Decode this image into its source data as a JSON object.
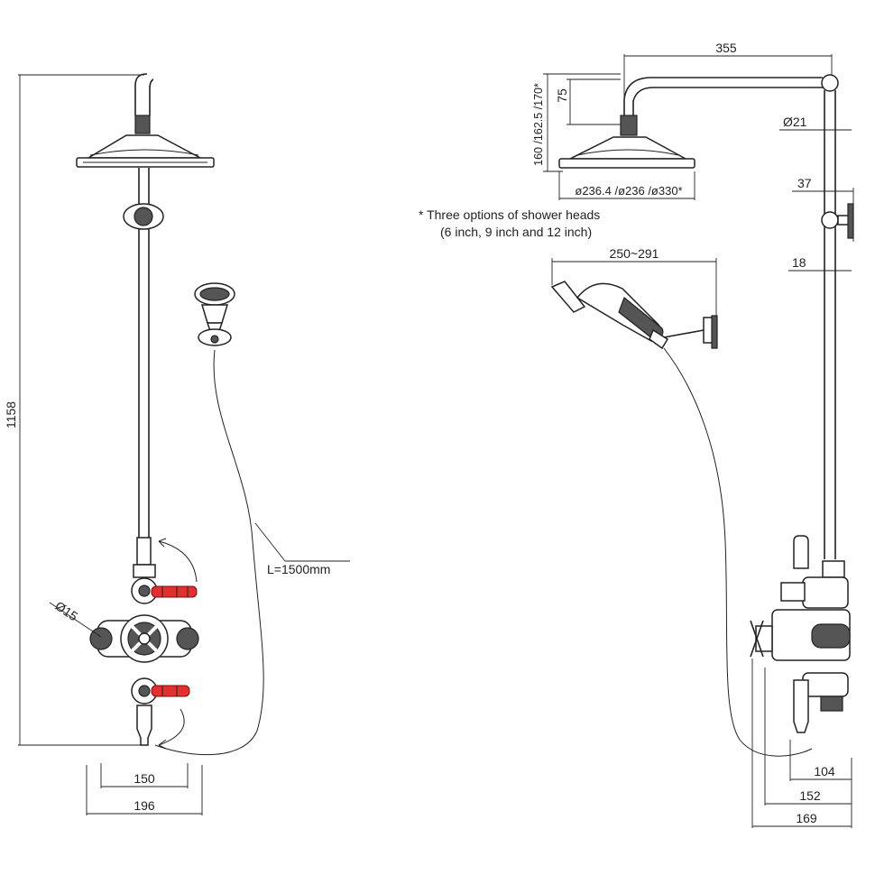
{
  "left_view": {
    "height_label": "1158",
    "hose_length_label": "L=1500mm",
    "outlet_diameter_label": "Ø15",
    "centres_label": "150",
    "overall_width_label": "196"
  },
  "right_view": {
    "arm_projection_label": "355",
    "head_heights_label": "160 /162.5 /170*",
    "head_rise_label": "75",
    "riser_diameter_label": "Ø21",
    "head_diameters_label": "ø236.4 /ø236 /ø330*",
    "bracket_offset_label": "37",
    "riser_offset_label": "18",
    "handset_reach_label": "250~291",
    "depth_104_label": "104",
    "depth_152_label": "152",
    "depth_169_label": "169"
  },
  "notes": {
    "line1": "* Three options of shower heads",
    "line2": "(6 inch, 9 inch and 12 inch)"
  }
}
